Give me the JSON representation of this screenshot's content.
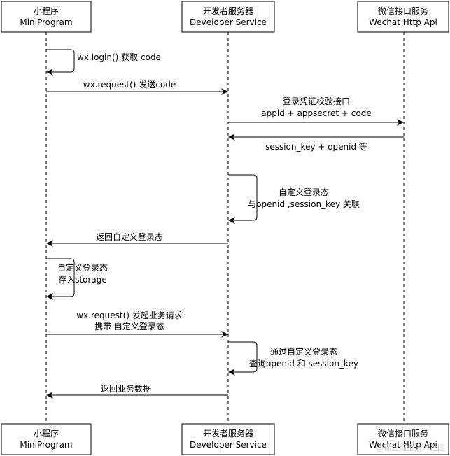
{
  "participants": [
    {
      "id": "mp",
      "name_cn": "小程序",
      "name_en": "MiniProgram"
    },
    {
      "id": "dev",
      "name_cn": "开发者服务器",
      "name_en": "Developer Service"
    },
    {
      "id": "wx",
      "name_cn": "微信接口服务",
      "name_en": "Wechat Http Api"
    }
  ],
  "messages": [
    {
      "id": "m1",
      "label": [
        "wx.login() 获取 code"
      ]
    },
    {
      "id": "m2",
      "label": [
        "wx.request() 发送code"
      ]
    },
    {
      "id": "m3",
      "label": [
        "登录凭证校验接口",
        "appid + appsecret + code"
      ]
    },
    {
      "id": "m4",
      "label": [
        "session_key + openid 等"
      ]
    },
    {
      "id": "m5",
      "label": [
        "自定义登录态",
        "与openid ,session_key 关联"
      ]
    },
    {
      "id": "m6",
      "label": [
        "返回自定义登录态"
      ]
    },
    {
      "id": "m7",
      "label": [
        "自定义登录态",
        "存入storage"
      ]
    },
    {
      "id": "m8",
      "label": [
        "wx.request() 发起业务请求",
        "携带 自定义登录态"
      ]
    },
    {
      "id": "m9",
      "label": [
        "通过自定义登录态",
        "查询openid 和 session_key"
      ]
    },
    {
      "id": "m10",
      "label": [
        "返回业务数据"
      ]
    }
  ],
  "watermark": "@稀土掘金技术社区"
}
